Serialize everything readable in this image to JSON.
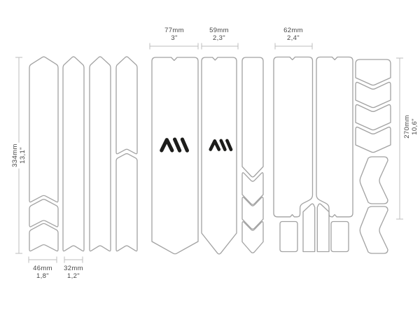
{
  "title": "frame-protection-kit-cut-diagram",
  "colors": {
    "background": "#ffffff",
    "shape_outline": "#a2a2a2",
    "dimension_line": "#bdbdbd",
    "dimension_text": "#474747",
    "logo": "#1d1d1b"
  },
  "logo": {
    "name": "AMS mountain logo",
    "count": 2
  },
  "dims": {
    "top": [
      {
        "mm": "77mm",
        "in": "3\""
      },
      {
        "mm": "59mm",
        "in": "2,3\""
      },
      {
        "mm": "62mm",
        "in": "2,4\""
      }
    ],
    "left": {
      "mm": "334mm",
      "in": "13,1\""
    },
    "right": {
      "mm": "270mm",
      "in": "10,6\""
    },
    "bottom": [
      {
        "mm": "46mm",
        "in": "1,8\""
      },
      {
        "mm": "32mm",
        "in": "1,2\""
      }
    ]
  }
}
